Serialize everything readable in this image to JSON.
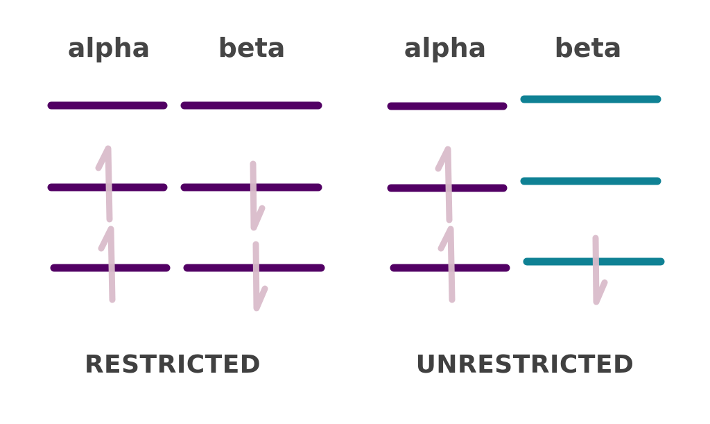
{
  "colors": {
    "level_purple": "#520064",
    "level_teal": "#0f8194",
    "electron_arrow": "#d9bcca",
    "heading_text": "#454545",
    "label_text": "#404040"
  },
  "panels": {
    "restricted": {
      "label": "RESTRICTED",
      "alpha_header": "alpha",
      "beta_header": "beta",
      "alpha_levels": [
        "empty",
        "spin-up",
        "spin-up"
      ],
      "beta_levels": [
        "empty",
        "spin-down",
        "spin-down"
      ]
    },
    "unrestricted": {
      "label": "UNRESTRICTED",
      "alpha_header": "alpha",
      "beta_header": "beta",
      "alpha_levels": [
        "empty",
        "spin-up",
        "spin-up"
      ],
      "beta_levels": [
        "empty",
        "empty",
        "spin-down"
      ]
    }
  }
}
